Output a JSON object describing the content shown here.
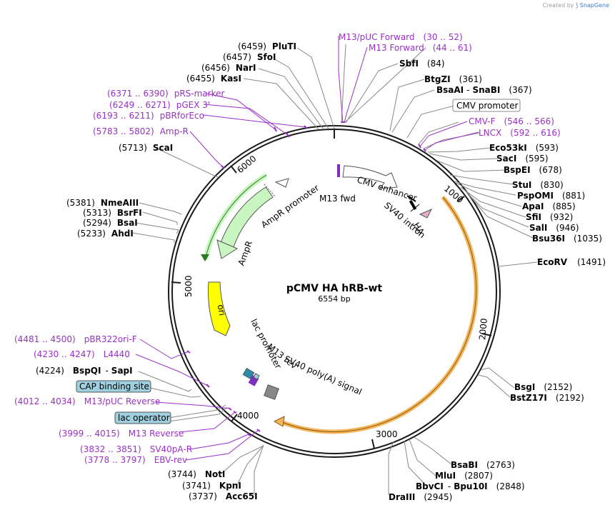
{
  "header": {
    "created_by": "Created by",
    "brand": "SnapGene"
  },
  "plasmid": {
    "name": "pCMV HA hRB-wt",
    "size_label": "6554 bp"
  },
  "ticks": {
    "t1000": "1000",
    "t2000": "2000",
    "t3000": "3000",
    "t4000": "4000",
    "t5000": "5000",
    "t6000": "6000"
  },
  "labels": {
    "plui": {
      "pos": "(6459)",
      "name": "PluTI"
    },
    "sfoi": {
      "pos": "(6457)",
      "name": "SfoI"
    },
    "nari": {
      "pos": "(6456)",
      "name": "NarI"
    },
    "kasi": {
      "pos": "(6455)",
      "name": "KasI"
    },
    "prs": {
      "range": "(6371 .. 6390)",
      "name": "pRS-marker"
    },
    "pgex": {
      "range": "(6249 .. 6271)",
      "name": "pGEX 3'"
    },
    "pbrfor": {
      "range": "(6193 .. 6211)",
      "name": "pBRforEco"
    },
    "ampr_primer": {
      "range": "(5783 .. 5802)",
      "name": "Amp-R"
    },
    "scai": {
      "pos": "(5713)",
      "name": "ScaI"
    },
    "nmeaiii": {
      "pos": "(5381)",
      "name": "NmeAIII"
    },
    "bsrfi": {
      "pos": "(5313)",
      "name": "BsrFI"
    },
    "bsai": {
      "pos": "(5294)",
      "name": "BsaI"
    },
    "ahdi": {
      "pos": "(5233)",
      "name": "AhdI"
    },
    "m13puc_fwd": {
      "name": "M13/pUC Forward",
      "range": "(30 .. 52)"
    },
    "m13_fwd": {
      "name": "M13 Forward",
      "range": "(44 .. 61)"
    },
    "sbfi": {
      "name": "SbfI",
      "pos": "(84)"
    },
    "btgzi": {
      "name": "BtgZI",
      "pos": "(361)"
    },
    "bsaai": {
      "name": "BsaAI",
      "sep": "-",
      "name2": "SnaBI",
      "pos": "(367)"
    },
    "cmv_promoter": {
      "name": "CMV promoter"
    },
    "cmvf": {
      "name": "CMV-F",
      "range": "(546 .. 566)"
    },
    "lncx": {
      "name": "LNCX",
      "range": "(592 .. 616)"
    },
    "eco53ki": {
      "name": "Eco53kI",
      "pos": "(593)"
    },
    "saci": {
      "name": "SacI",
      "pos": "(595)"
    },
    "bspei": {
      "name": "BspEI",
      "pos": "(678)"
    },
    "stui": {
      "name": "StuI",
      "pos": "(830)"
    },
    "pspomi": {
      "name": "PspOMI",
      "pos": "(881)"
    },
    "apai": {
      "name": "ApaI",
      "pos": "(885)"
    },
    "sfii": {
      "name": "SfiI",
      "pos": "(932)"
    },
    "sali": {
      "name": "SalI",
      "pos": "(946)"
    },
    "bsu36i": {
      "name": "Bsu36I",
      "pos": "(1035)"
    },
    "ecorv": {
      "name": "EcoRV",
      "pos": "(1491)"
    },
    "bsgi": {
      "name": "BsgI",
      "pos": "(2152)"
    },
    "bstz17i": {
      "name": "BstZ17I",
      "pos": "(2192)"
    },
    "bsabi": {
      "name": "BsaBI",
      "pos": "(2763)"
    },
    "mlui": {
      "name": "MluI",
      "pos": "(2807)"
    },
    "bbvci": {
      "name": "BbvCI",
      "sep": "-",
      "name2": "Bpu10I",
      "pos": "(2848)"
    },
    "draiii": {
      "name": "DraIII",
      "pos": "(2945)"
    },
    "pbr322": {
      "range": "(4481 .. 4500)",
      "name": "pBR322ori-F"
    },
    "l4440": {
      "range": "(4230 .. 4247)",
      "name": "L4440"
    },
    "bspqi": {
      "pos": "(4224)",
      "name": "BspQI",
      "sep": "-",
      "name2": "SapI"
    },
    "cap": {
      "name": "CAP binding site"
    },
    "m13puc_rev": {
      "range": "(4012 .. 4034)",
      "name": "M13/pUC Reverse"
    },
    "lacop": {
      "name": "lac operator"
    },
    "m13_rev": {
      "range": "(3999 .. 4015)",
      "name": "M13 Reverse"
    },
    "sv40par": {
      "range": "(3832 .. 3851)",
      "name": "SV40pA-R"
    },
    "ebv": {
      "range": "(3778 .. 3797)",
      "name": "EBV-rev"
    },
    "noti": {
      "pos": "(3744)",
      "name": "NotI"
    },
    "kpni": {
      "pos": "(3741)",
      "name": "KpnI"
    },
    "acc65i": {
      "pos": "(3737)",
      "name": "Acc65I"
    }
  },
  "features": {
    "m13fwd": "M13 fwd",
    "cmv_enhancer": "CMV enhancer",
    "sv40_intron": "SV40 intron",
    "ha": "HA",
    "ampr_promoter": "AmpR promoter",
    "ampr": "AmpR",
    "ori": "ori",
    "lac_promoter": "lac promoter",
    "m13rev": "M13 rev",
    "sv40polya": "SV40 poly(A) signal"
  },
  "colors": {
    "backbone": "#1a1a1a",
    "primer": "#9b30c8",
    "ampr": "#c8f5c0",
    "ori": "#ffff00",
    "orf": "#f5b55a",
    "tag_box": "#9fd0e0"
  }
}
